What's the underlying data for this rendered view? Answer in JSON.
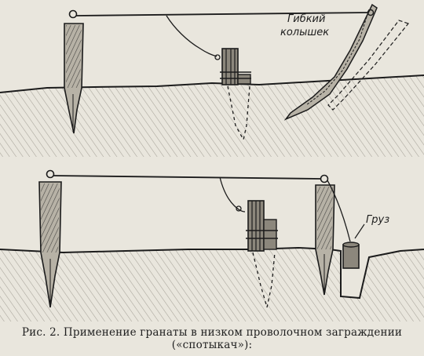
{
  "labels": {
    "flexible_peg_line1": "Гибкий",
    "flexible_peg_line2": "колышек",
    "weight": "Груз"
  },
  "caption": {
    "line1": "Рис. 2. Применение гранаты в низком проволочном заграждении",
    "line2": "(«спотыкач»):"
  },
  "colors": {
    "paper": "#e9e6dd",
    "ink": "#1c1c1c",
    "soil": "#8f8a80"
  }
}
